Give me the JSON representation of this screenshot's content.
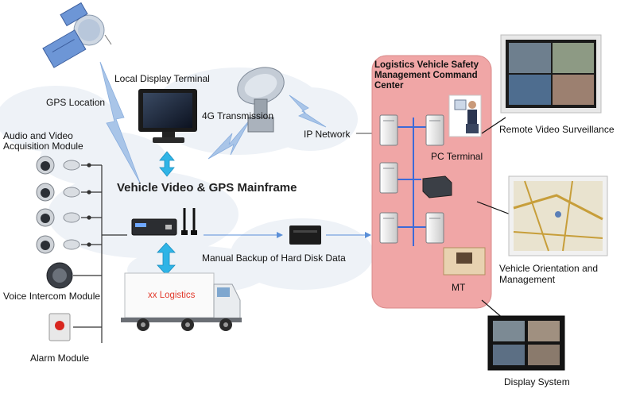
{
  "labels": {
    "gps_location": "GPS Location",
    "local_display": "Local Display Terminal",
    "transmission_4g": "4G Transmission",
    "ip_network": "IP Network",
    "av_module_line1": "Audio and Video",
    "av_module_line2": "Acquisition Module",
    "mainframe": "Vehicle Video & GPS Mainframe",
    "manual_backup": "Manual Backup of Hard Disk Data",
    "voice_intercom": "Voice Intercom Module",
    "alarm_module": "Alarm Module",
    "truck_brand": "xx Logistics",
    "command_center": "Logistics Vehicle Safety Management Command Center",
    "pc_terminal": "PC Terminal",
    "mt": "MT",
    "remote_video": "Remote Video Surveillance",
    "vehicle_orientation_line1": "Vehicle Orientation and",
    "vehicle_orientation_line2": "Management",
    "display_system": "Display System"
  },
  "colors": {
    "command_center_fill": "#f0a6a6",
    "bus_line": "#3c6ad8",
    "arrow_cyan": "#2fb4e6",
    "lightning": "#a9c5e8",
    "cloud": "#eef2f7"
  },
  "icons": [
    "satellite-icon",
    "satellite-dish-icon",
    "monitor-icon",
    "camera-icon",
    "intercom-icon",
    "alarm-icon",
    "dvr-icon",
    "hard-disk-icon",
    "server-icon",
    "operator-icon",
    "truck-icon"
  ]
}
